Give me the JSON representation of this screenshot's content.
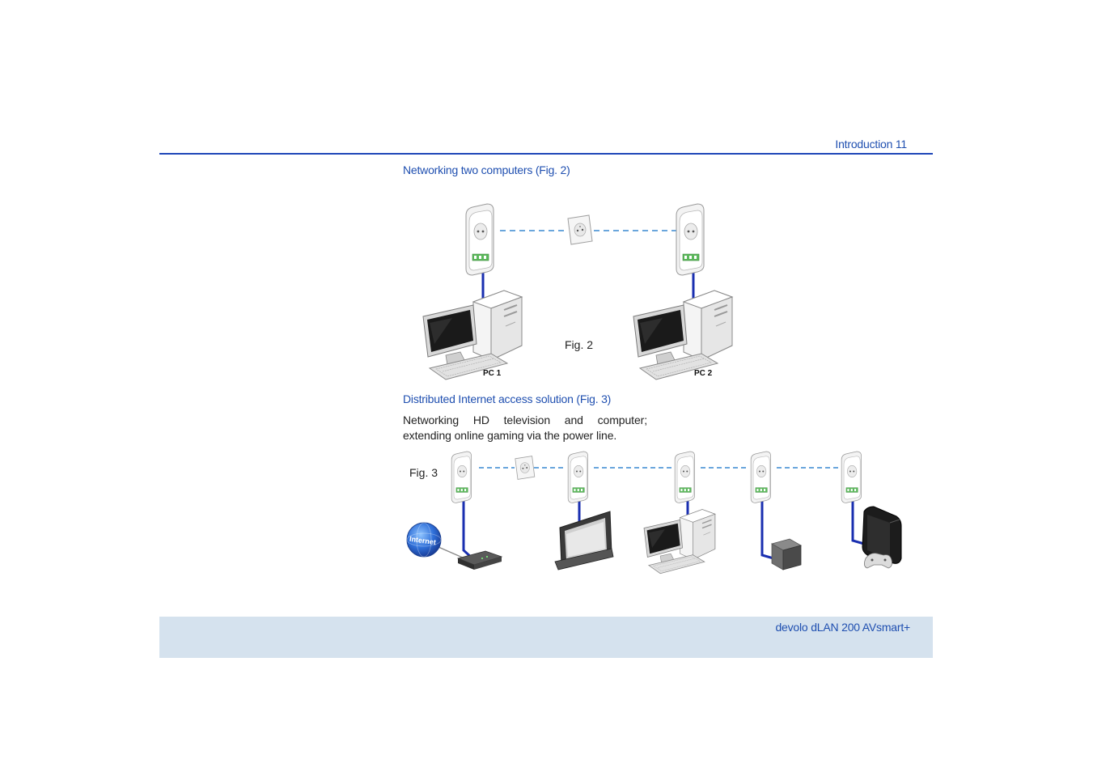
{
  "header": {
    "running_title": "Introduction 11"
  },
  "section1": {
    "title": "Networking two computers (Fig. 2)"
  },
  "fig2": {
    "label": "Fig. 2",
    "pc1": "PC 1",
    "pc2": "PC 2"
  },
  "section2": {
    "title": "Distributed Internet access solution (Fig. 3)",
    "body": "Networking HD television and computer; extending online gaming via the power line."
  },
  "fig3": {
    "label": "Fig. 3",
    "internet": "Internet"
  },
  "footer": {
    "product": "devolo dLAN 200 AVsmart+"
  },
  "colors": {
    "accent": "#1f4fb0",
    "rule": "#1e46b8",
    "footer_band": "#d5e2ee",
    "power_line": "#6aa6dc",
    "cable": "#1a2fb0",
    "adapter_led": "#5cb85c"
  },
  "icons": [
    "powerline-adapter-icon",
    "wall-socket-icon",
    "desktop-pc-icon",
    "monitor-icon",
    "keyboard-icon",
    "router-icon",
    "internet-globe-icon",
    "tv-icon",
    "media-box-icon",
    "game-console-icon",
    "gamepad-icon"
  ]
}
